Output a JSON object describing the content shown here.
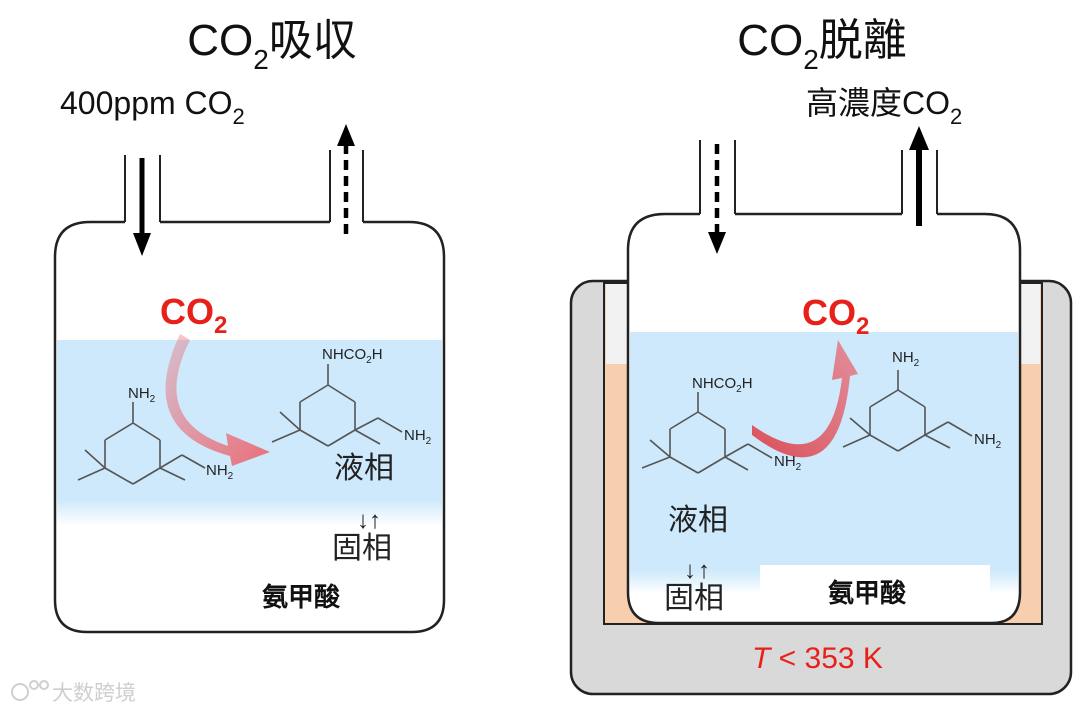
{
  "left_panel": {
    "title_main": "CO",
    "title_sub": "2",
    "title_suffix": "吸収",
    "inlet_text": "400ppm CO",
    "inlet_sub": "2",
    "co2_label": "CO",
    "co2_sub": "2",
    "reactant": {
      "amine": "NH",
      "amine_sub": "2"
    },
    "product": {
      "carbamic": "NHCO",
      "carbamic_sub": "2",
      "carbamic_end": "H",
      "amine": "NH",
      "amine_sub": "2"
    },
    "liquid_phase": "液相",
    "solid_phase": "固相",
    "arrow_down": "↓",
    "arrow_up": "↑",
    "carbamate": "氨甲酸"
  },
  "right_panel": {
    "title_main": "CO",
    "title_sub": "2",
    "title_suffix": "脱離",
    "outlet_text": "高濃度CO",
    "outlet_sub": "2",
    "co2_label": "CO",
    "co2_sub": "2",
    "reactant": {
      "carbamic": "NHCO",
      "carbamic_sub": "2",
      "carbamic_end": "H",
      "amine": "NH",
      "amine_sub": "2"
    },
    "product": {
      "amine": "NH",
      "amine_sub": "2"
    },
    "liquid_phase": "液相",
    "solid_phase": "固相",
    "arrow_down": "↓",
    "arrow_up": "↑",
    "carbamate": "氨甲酸",
    "temperature_var": "T",
    "temperature_rest": " < 353 K"
  },
  "watermark": "大数跨境",
  "colors": {
    "liquid": "#cde9fb",
    "heat": "#f8cfae",
    "bath": "#d9d9d9",
    "co2_red": "#e8201a",
    "curve_arrow": "#e8707a"
  }
}
